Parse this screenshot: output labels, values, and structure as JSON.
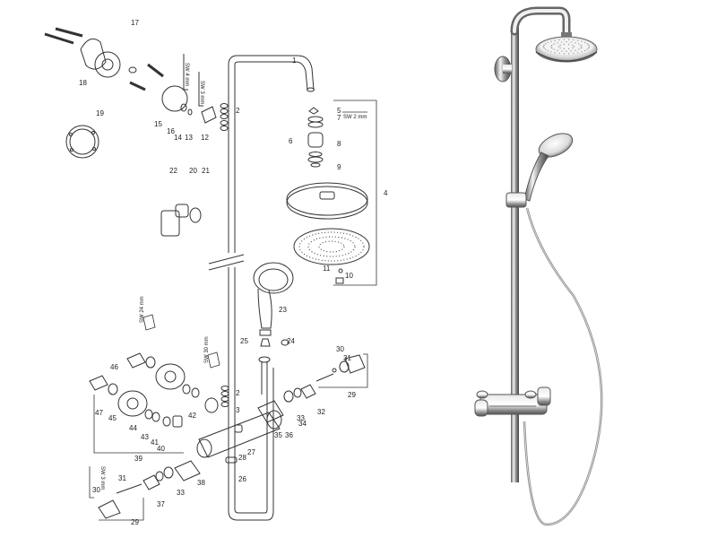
{
  "diagram": {
    "part_numbers": [
      "1",
      "2",
      "2",
      "3",
      "4",
      "5",
      "6",
      "7",
      "8",
      "9",
      "10",
      "11",
      "12",
      "13",
      "14",
      "15",
      "16",
      "17",
      "18",
      "19",
      "20",
      "21",
      "22",
      "23",
      "24",
      "25",
      "26",
      "27",
      "28",
      "29",
      "29",
      "30",
      "30",
      "31",
      "31",
      "32",
      "33",
      "33",
      "34",
      "35",
      "36",
      "37",
      "38",
      "39",
      "40",
      "41",
      "42",
      "43",
      "44",
      "45",
      "46",
      "47"
    ],
    "tool_labels": [
      "SW 4 mm",
      "SW 3 mm",
      "SW 2 mm",
      "SW 24 mm",
      "SW 30 mm",
      "SW 3 mm"
    ]
  },
  "colors": {
    "line": "#333333",
    "label": "#222222",
    "chrome_dark": "#3c3c3c",
    "chrome_light": "#f2f2f2"
  },
  "product_photo": {
    "icons": [
      "overhead-shower-icon",
      "hand-shower-icon",
      "thermostat-mixer-icon",
      "shower-hose-icon"
    ]
  }
}
